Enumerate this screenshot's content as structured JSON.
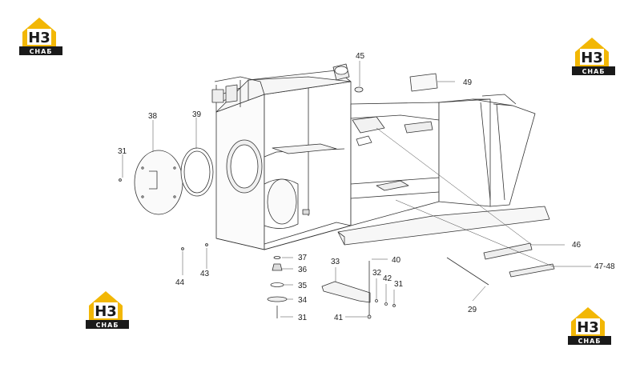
{
  "logo": {
    "mark": "H3",
    "word": "СНАБ",
    "accent": "#f2b705",
    "dark": "#1a1a1a"
  },
  "callouts": {
    "c45": "45",
    "c49": "49",
    "c38": "38",
    "c39": "39",
    "c31a": "31",
    "c46": "46",
    "c4748": "47-48",
    "c44": "44",
    "c43": "43",
    "c37": "37",
    "c36": "36",
    "c35": "35",
    "c34": "34",
    "c31b": "31",
    "c33": "33",
    "c40": "40",
    "c32": "32",
    "c42": "42",
    "c31c": "31",
    "c41": "41",
    "c29": "29"
  }
}
